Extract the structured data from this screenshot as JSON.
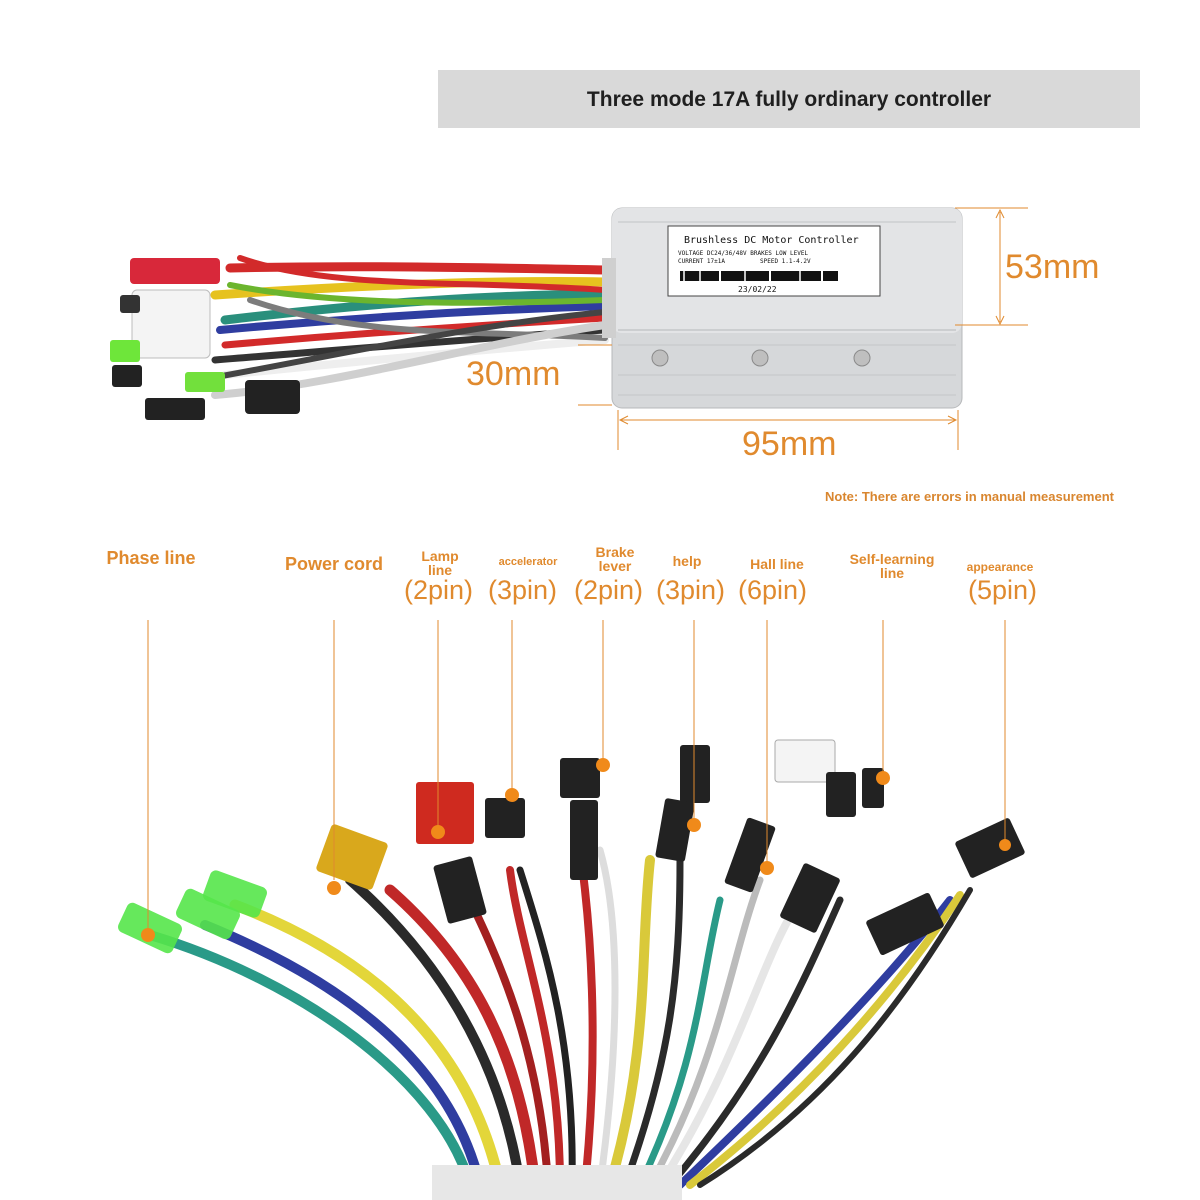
{
  "banner": {
    "title": "Three mode 17A fully ordinary controller"
  },
  "controller": {
    "sticker_title": "Brushless DC Motor Controller",
    "sticker_line1": "VOLTAGE DC24/36/48V BRAKES LOW LEVEL",
    "sticker_line2": "CURRENT 17±1A",
    "sticker_line3": "SPEED 1.1-4.2V",
    "sticker_date": "23/02/22"
  },
  "dimensions": {
    "height": "53mm",
    "depth": "30mm",
    "width": "95mm"
  },
  "note": "Note: There are errors in manual measurement",
  "connectors": [
    {
      "name": "Phase line",
      "pins": ""
    },
    {
      "name": "Power cord",
      "pins": ""
    },
    {
      "name": "Lamp line",
      "pins": "(2pin)"
    },
    {
      "name": "accelerator",
      "pins": "(3pin)"
    },
    {
      "name": "Brake lever",
      "pins": "(2pin)"
    },
    {
      "name": "help",
      "pins": "(3pin)"
    },
    {
      "name": "Hall line",
      "pins": "(6pin)"
    },
    {
      "name": "Self-learning line",
      "pins": ""
    },
    {
      "name": "appearance",
      "pins": "(5pin)"
    }
  ],
  "colors": {
    "accent": "#e08a2e",
    "banner": "#d9d9d9",
    "housing": "#d6d8da"
  }
}
